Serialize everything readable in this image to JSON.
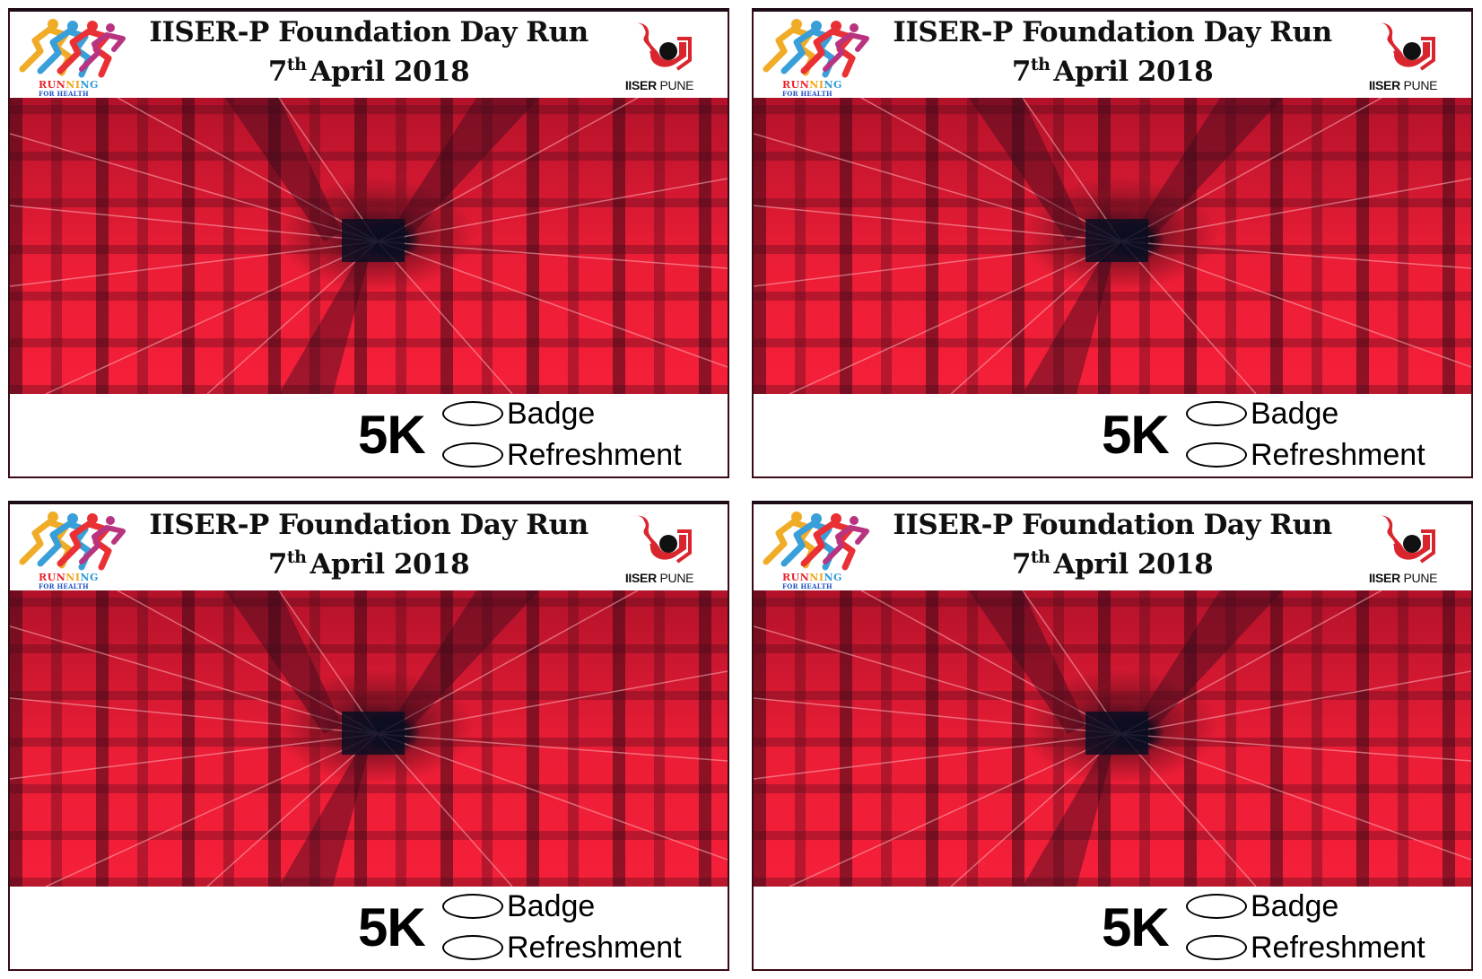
{
  "colors": {
    "art_red": "#ec1d36",
    "art_dark": "#170b1b",
    "logo_red": "#d9262e",
    "text": "#101010"
  },
  "bibs": [
    {
      "event_title": "IISER-P Foundation Day Run",
      "date_day": "7",
      "date_suffix": "th",
      "date_rest": "April 2018",
      "sponsor_logo": {
        "line1_a": "RUN",
        "line1_b": "NI",
        "line1_c": "NG",
        "line2": "FOR HEALTH",
        "icon": "runners-icon"
      },
      "institute_logo": {
        "text_bold": "IISER",
        "text_light": "PUNE",
        "icon": "iiser-emblem-icon"
      },
      "distance": "5K",
      "options": [
        "Badge",
        "Refreshment"
      ]
    },
    {
      "event_title": "IISER-P Foundation Day Run",
      "date_day": "7",
      "date_suffix": "th",
      "date_rest": "April 2018",
      "sponsor_logo": {
        "line1_a": "RUN",
        "line1_b": "NI",
        "line1_c": "NG",
        "line2": "FOR HEALTH",
        "icon": "runners-icon"
      },
      "institute_logo": {
        "text_bold": "IISER",
        "text_light": "PUNE",
        "icon": "iiser-emblem-icon"
      },
      "distance": "5K",
      "options": [
        "Badge",
        "Refreshment"
      ]
    },
    {
      "event_title": "IISER-P Foundation Day Run",
      "date_day": "7",
      "date_suffix": "th",
      "date_rest": "April 2018",
      "sponsor_logo": {
        "line1_a": "RUN",
        "line1_b": "NI",
        "line1_c": "NG",
        "line2": "FOR HEALTH",
        "icon": "runners-icon"
      },
      "institute_logo": {
        "text_bold": "IISER",
        "text_light": "PUNE",
        "icon": "iiser-emblem-icon"
      },
      "distance": "5K",
      "options": [
        "Badge",
        "Refreshment"
      ]
    },
    {
      "event_title": "IISER-P Foundation Day Run",
      "date_day": "7",
      "date_suffix": "th",
      "date_rest": "April 2018",
      "sponsor_logo": {
        "line1_a": "RUN",
        "line1_b": "NI",
        "line1_c": "NG",
        "line2": "FOR HEALTH",
        "icon": "runners-icon"
      },
      "institute_logo": {
        "text_bold": "IISER",
        "text_light": "PUNE",
        "icon": "iiser-emblem-icon"
      },
      "distance": "5K",
      "options": [
        "Badge",
        "Refreshment"
      ]
    }
  ]
}
